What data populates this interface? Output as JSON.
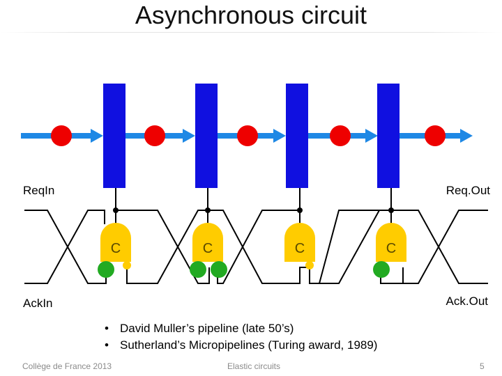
{
  "title": "Asynchronous circuit",
  "labels": {
    "req_in": "ReqIn",
    "req_out": "Req.Out",
    "ack_in": "AckIn",
    "ack_out": "Ack.Out"
  },
  "c_elements": [
    "C",
    "C",
    "C",
    "C"
  ],
  "bullets": [
    "David Muller’s pipeline (late 50’s)",
    "Sutherland’s Micropipelines (Turing award, 1989)"
  ],
  "footer": {
    "left": "Collège de France 2013",
    "center": "Elastic circuits",
    "page": "5"
  },
  "colors": {
    "latch": "#1010e0",
    "token": "#ee0000",
    "c_element": "#ffcc00",
    "ack_dot": "#22aa22",
    "arrow": "#1e88e5"
  }
}
